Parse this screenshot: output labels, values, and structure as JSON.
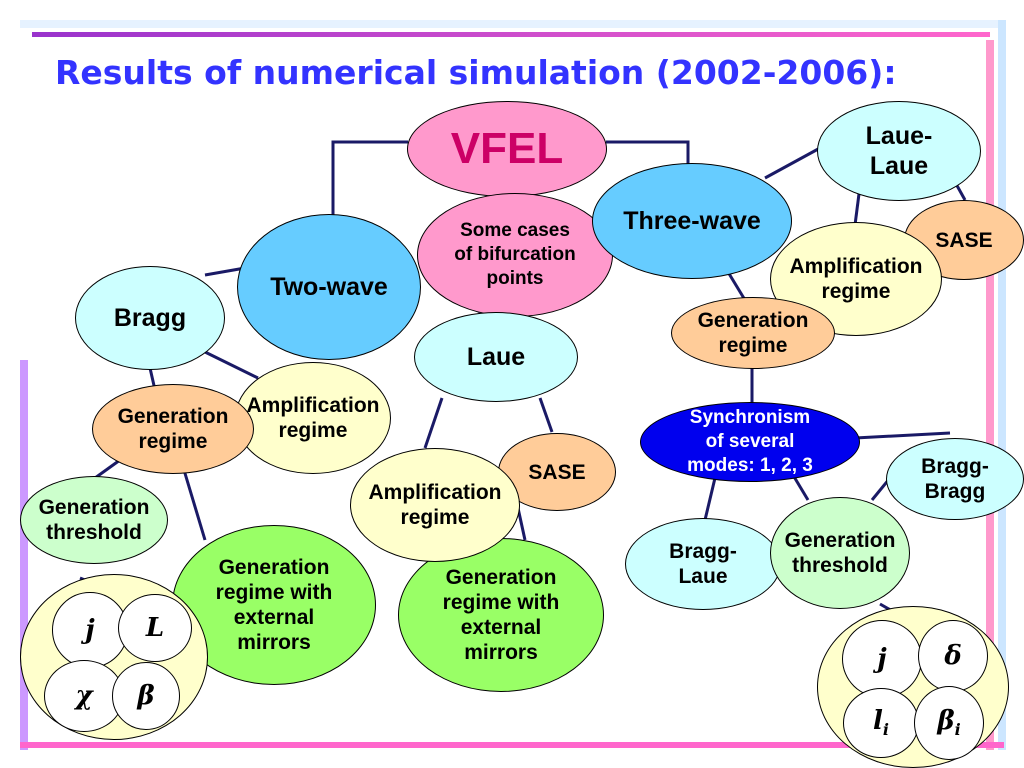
{
  "slide": {
    "title": "Results of numerical simulation (2002-2006):",
    "colors": {
      "title": "#3333ff",
      "vfel": "#cc0066",
      "accent_bar_top": "#cc66cc",
      "accent_bar_side": "#ccccff"
    }
  },
  "nodes": {
    "vfel": "VFEL",
    "two_wave": "Two-wave",
    "three_wave": "Three-wave",
    "bifurcation": "Some cases\nof bifurcation\npoints",
    "bragg": "Bragg",
    "laue": "Laue",
    "laue_laue": "Laue-\nLaue",
    "sase_right": "SASE",
    "amp_right": "Amplification\nregime",
    "gen_regime_right": "Generation\nregime",
    "synchronism": "Synchronism\nof several\nmodes: 1, 2, 3",
    "bragg_bragg": "Bragg-\nBragg",
    "bragg_laue": "Bragg-\nLaue",
    "gen_threshold_right": "Generation\nthreshold",
    "gen_regime_left": "Generation\nregime",
    "amp_left": "Amplification\nregime",
    "gen_threshold_left": "Generation\nthreshold",
    "mirrors_left": "Generation\nregime with\nexternal\nmirrors",
    "amp_mid": "Amplification\nregime",
    "sase_mid": "SASE",
    "mirrors_mid": "Generation\nregime with\nexternal\nmirrors"
  },
  "params_left": {
    "j": "j",
    "L": "L",
    "chi": "χ",
    "beta": "β"
  },
  "params_right": {
    "j": "j",
    "delta": "δ",
    "l_base": "l",
    "l_sub": "i",
    "beta_base": "β",
    "beta_sub": "i"
  }
}
